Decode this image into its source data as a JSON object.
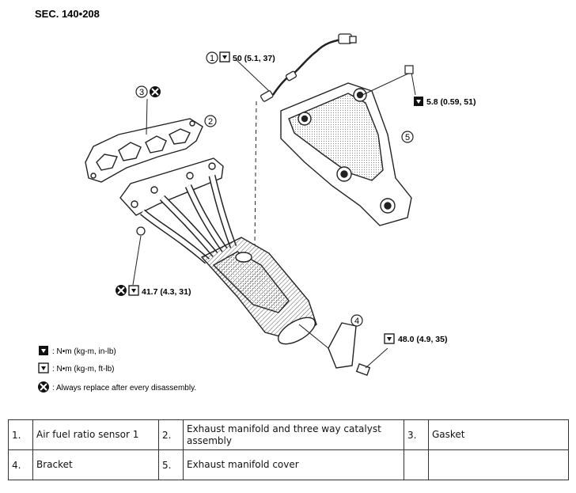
{
  "section": "SEC. 140•208",
  "callouts": {
    "c1": "1",
    "c2": "2",
    "c3": "3",
    "c4": "4",
    "c5": "5"
  },
  "torques": {
    "sensor": "50 (5.1, 37)",
    "cover": "5.8 (0.59, 51)",
    "manifold_nut": "41.7 (4.3, 31)",
    "bracket": "48.0 (4.9, 35)"
  },
  "legend": {
    "inlb": ": N•m (kg-m, in-lb)",
    "ftlb": ": N•m (kg-m, ft-lb)",
    "replace": ": Always replace after every disassembly."
  },
  "parts_table": [
    [
      {
        "num": "1.",
        "name": "Air fuel ratio sensor 1"
      },
      {
        "num": "2.",
        "name": "Exhaust manifold and three way catalyst assembly"
      },
      {
        "num": "3.",
        "name": "Gasket"
      }
    ],
    [
      {
        "num": "4.",
        "name": "Bracket"
      },
      {
        "num": "5.",
        "name": "Exhaust manifold cover"
      },
      {
        "num": "",
        "name": ""
      }
    ]
  ]
}
